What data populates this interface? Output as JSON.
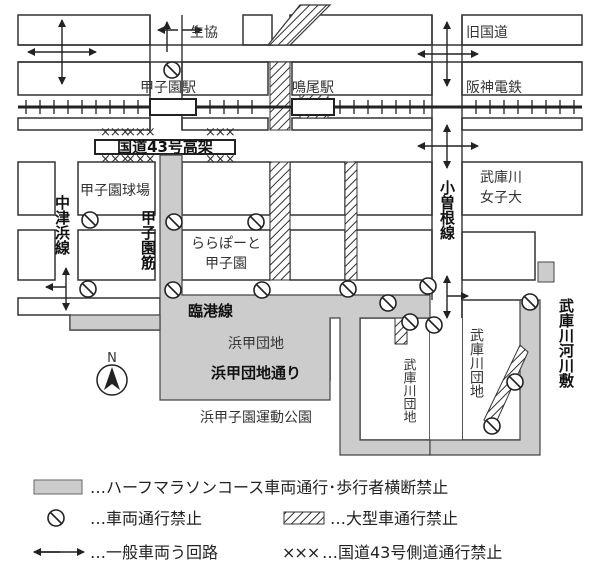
{
  "labels": {
    "seikyo": "生協",
    "kyu_kokudo": "旧国道",
    "koshien_station": "甲子園駅",
    "naruo_station": "鳴尾駅",
    "hanshin_railway": "阪神電鉄",
    "route43": "国道43号高架",
    "mukogawa_womens_line1": "武庫川",
    "mukogawa_womens_line2": "女子大",
    "stadium": "甲子園球場",
    "lalaport_line1": "ららぽーと",
    "lalaport_line2": "甲子園",
    "nakatsuhama": "中津浜線",
    "koshien_suji": "甲子園筋",
    "kosone": "小曽根線",
    "mukogawa_kasenjiki": "武庫川河川敷",
    "rinko": "臨港線",
    "hamako_danchi": "浜甲団地",
    "hamako_danchi_dori": "浜甲団地通り",
    "park": "浜甲子園運動公園",
    "mukogawa_danchi_a": "武庫川団地",
    "mukogawa_danchi_b": "武庫川団地",
    "north": "N"
  },
  "legend": {
    "course": "…ハーフマラソンコース車両通行･歩行者横断禁止",
    "no_entry": "…車両通行禁止",
    "large_vehicle": "…大型車通行禁止",
    "detour": "…一般車両う回路",
    "side_road_marks": "×××",
    "side_road": "…国道43号側道通行禁止"
  },
  "colors": {
    "course": "#cccccc",
    "road_line": "#333333",
    "block": "#ffffff"
  },
  "icons": [
    "no-entry-icon",
    "hatch-icon",
    "two-way-arrow-icon",
    "north-arrow-icon",
    "station-icon"
  ]
}
